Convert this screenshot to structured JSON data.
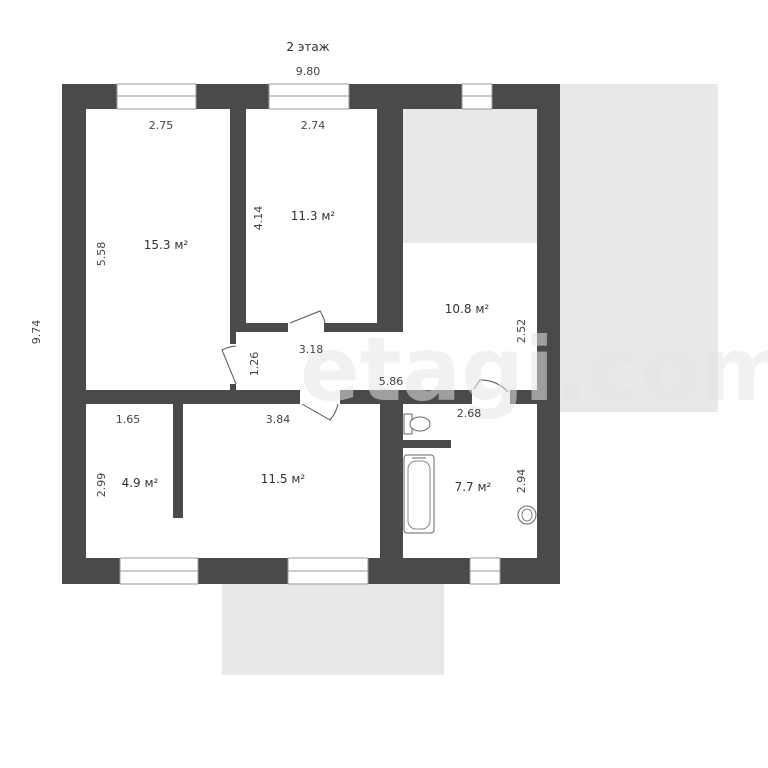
{
  "plan": {
    "title": "2 этаж",
    "watermark": "etagi.com",
    "colors": {
      "wall": "#4a4a4a",
      "outside": "#e8e8e8",
      "window": "#ffffff"
    },
    "overall": {
      "width": "9.80",
      "height": "9.74"
    },
    "rooms": [
      {
        "id": "room-1",
        "area": "15.3 м²",
        "width": "2.75",
        "length": "5.58"
      },
      {
        "id": "room-2",
        "area": "11.3 м²",
        "width": "2.74",
        "length": "4.14"
      },
      {
        "id": "hall",
        "area": "10.8 м²",
        "width": "2.52"
      },
      {
        "id": "room-3",
        "area": "4.9 м²",
        "width": "1.65",
        "length": "2.99"
      },
      {
        "id": "room-4",
        "area": "11.5 м²",
        "width": "3.84"
      },
      {
        "id": "bathroom",
        "area": "7.7 м²",
        "width": "2.68",
        "length": "2.94"
      }
    ],
    "corridor": {
      "length": "3.18",
      "width": "1.26",
      "span": "5.86"
    }
  }
}
